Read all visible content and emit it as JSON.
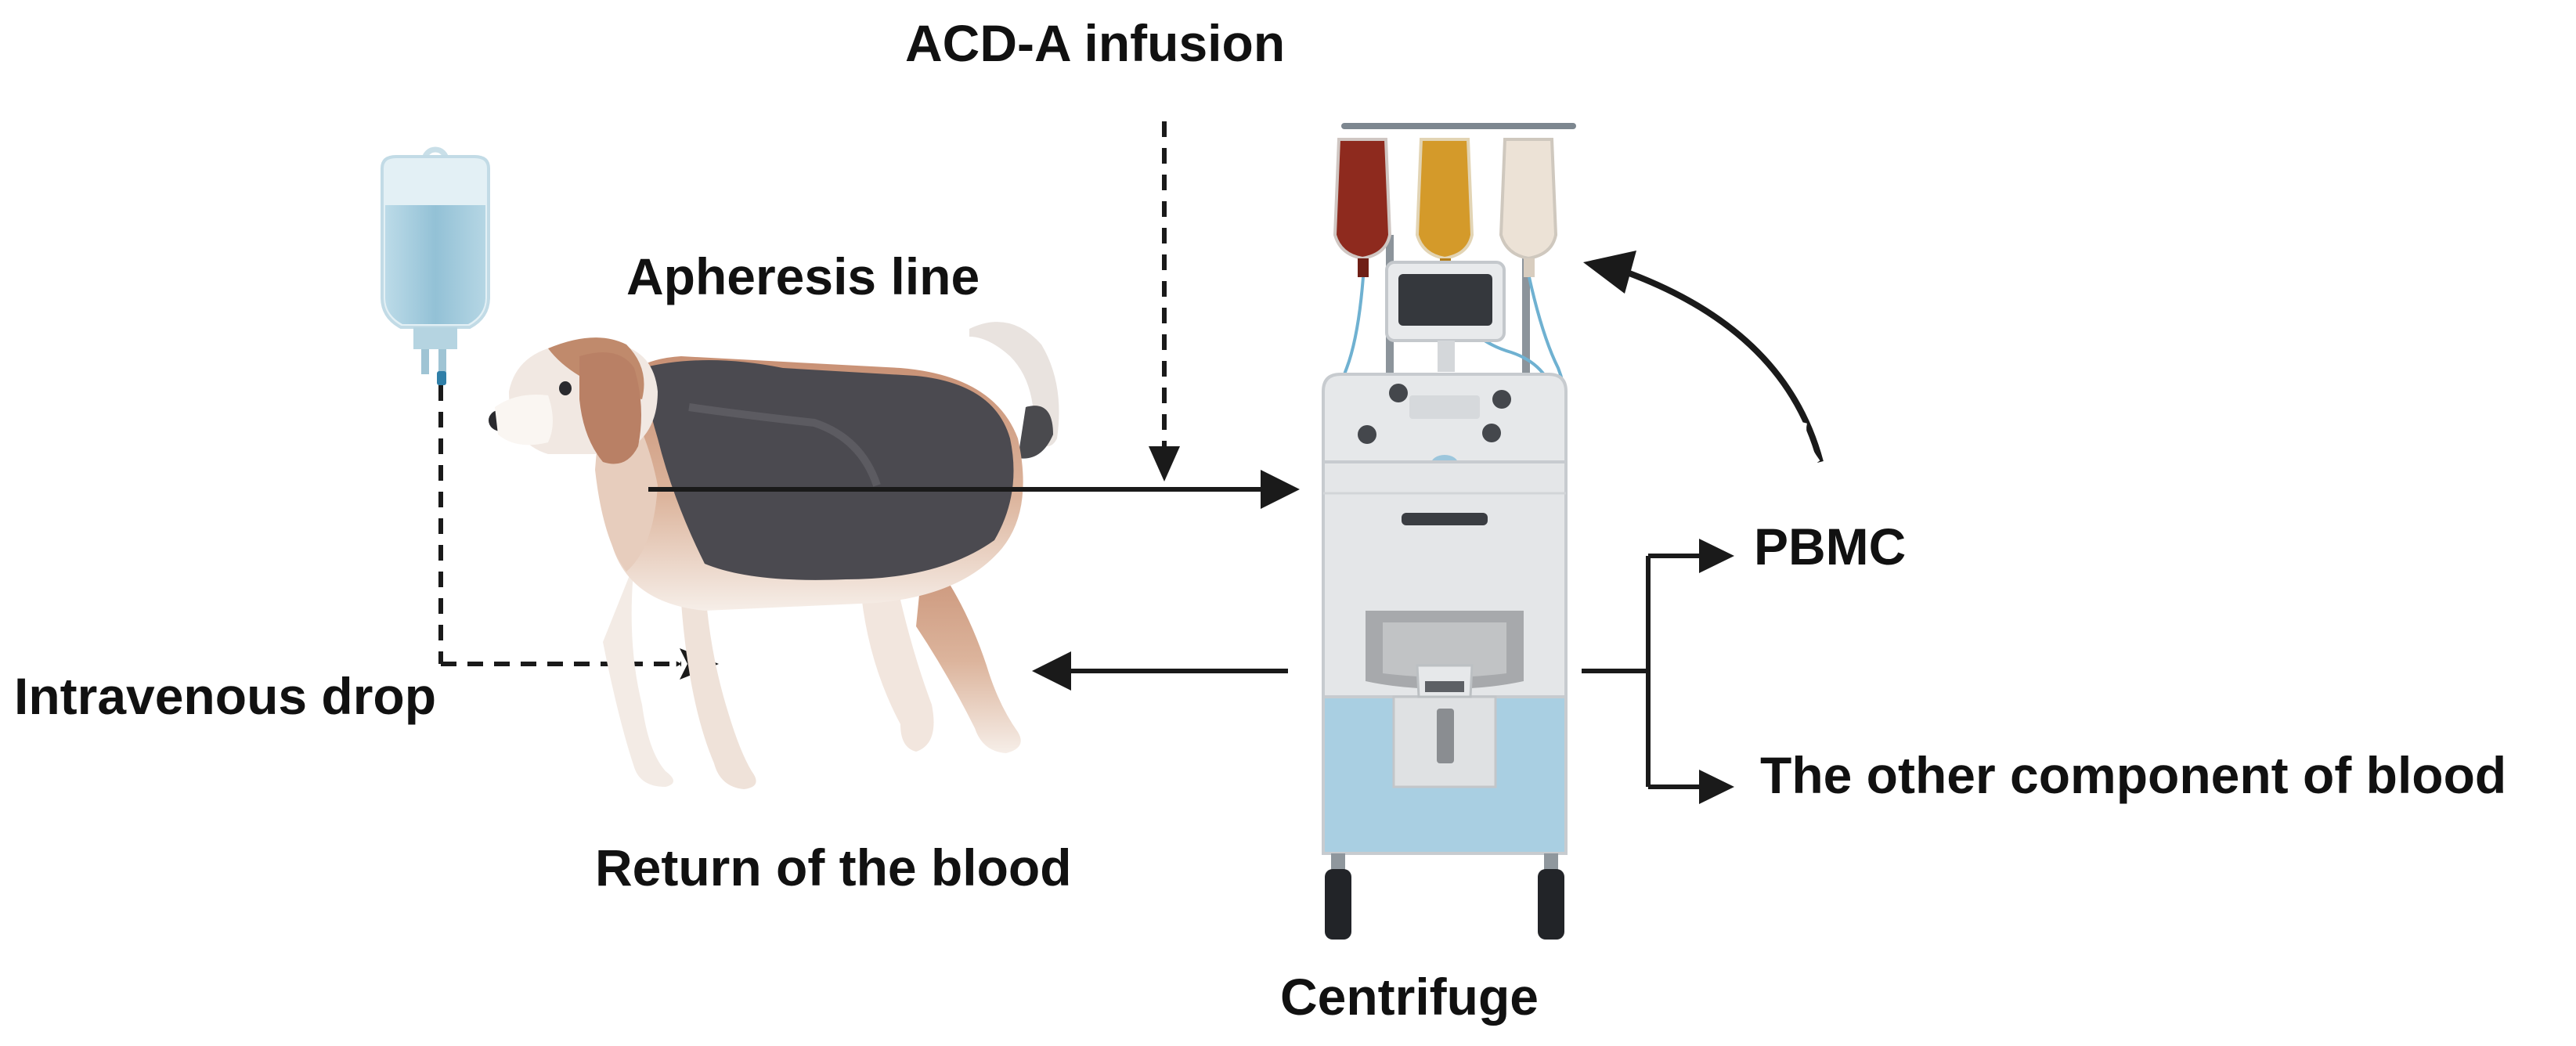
{
  "labels": {
    "acd_infusion": "ACD-A infusion",
    "apheresis_line": "Apheresis line",
    "intravenous_drop": "Intravenous drop",
    "return_of_blood": "Return of the blood",
    "centrifuge": "Centrifuge",
    "pbmc": "PBMC",
    "other_component": "The other component of blood"
  },
  "colors": {
    "text": "#111111",
    "arrow": "#1a1a1a",
    "iv_bag_fluid": "#9cc6d8",
    "bag_red": "#8e2a1e",
    "bag_orange": "#d49a2a",
    "bag_cream": "#ece2d6",
    "machine_body": "#e6e8ea",
    "machine_base": "#a9cfe2",
    "dog_tan": "#c08a6c",
    "dog_dark": "#4a4a4e"
  },
  "icons": [
    "iv-bag-icon",
    "beagle-dog-icon",
    "apheresis-machine-icon",
    "blood-bag-icon"
  ]
}
